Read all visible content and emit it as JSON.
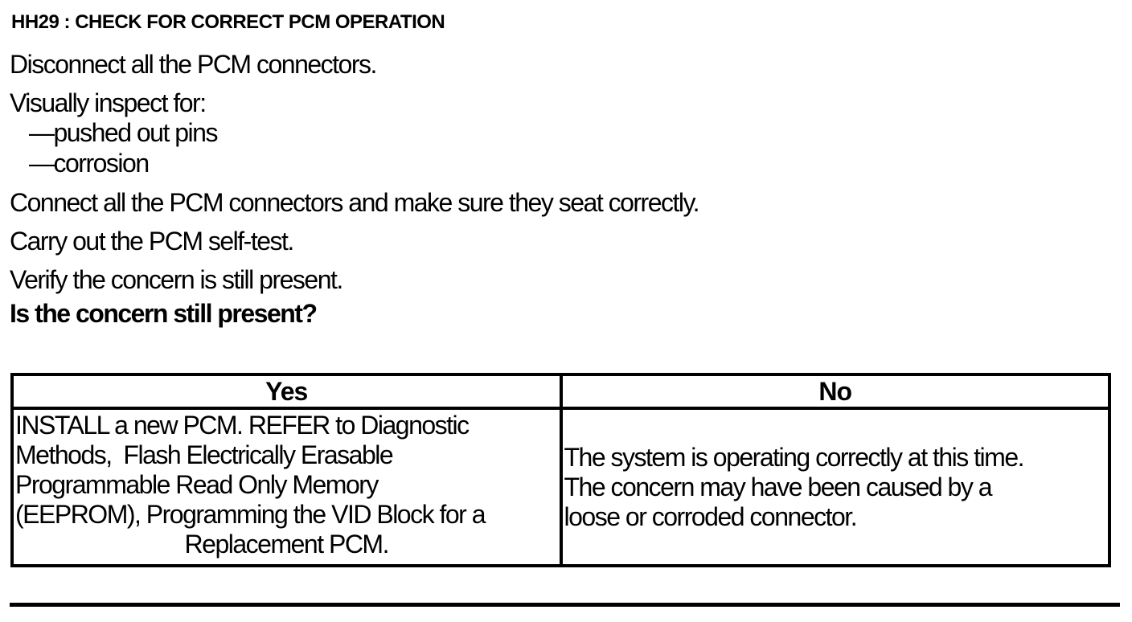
{
  "procedure": {
    "title": "HH29 : CHECK FOR CORRECT PCM OPERATION",
    "steps": {
      "disconnect": "Disconnect all the PCM connectors.",
      "inspect_intro": "Visually inspect for:",
      "inspect_items": [
        "—pushed out pins",
        "—corrosion"
      ],
      "connect": "Connect all the PCM connectors and make sure they seat correctly.",
      "self_test": "Carry out the PCM self-test.",
      "verify": "Verify the concern is still present."
    },
    "question": "Is the concern still present?"
  },
  "results_table": {
    "yes_header": "Yes",
    "no_header": "No",
    "yes_lines": [
      "INSTALL a new PCM. REFER to Diagnostic",
      "Methods,  Flash Electrically Erasable",
      "Programmable Read Only Memory",
      "(EEPROM), Programming the VID Block for a",
      "Replacement PCM."
    ],
    "no_lines": [
      "The system is operating correctly at this time.",
      "The concern may have been caused by a",
      "loose or corroded connector."
    ]
  },
  "colors": {
    "text": "#000000",
    "background": "#ffffff",
    "border": "#000000"
  }
}
